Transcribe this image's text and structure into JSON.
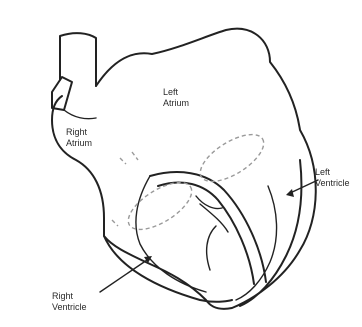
{
  "labels": {
    "left_atrium": [
      "Left",
      "Atrium"
    ],
    "right_atrium": [
      "Right",
      "Atrium"
    ],
    "left_ventricle": [
      "Left",
      "Ventricle"
    ],
    "right_ventricle": [
      "Right",
      "Ventricle"
    ]
  },
  "colors": {
    "line": "#222222",
    "valve_outline": "#9a9a9a",
    "background": "#ffffff"
  }
}
